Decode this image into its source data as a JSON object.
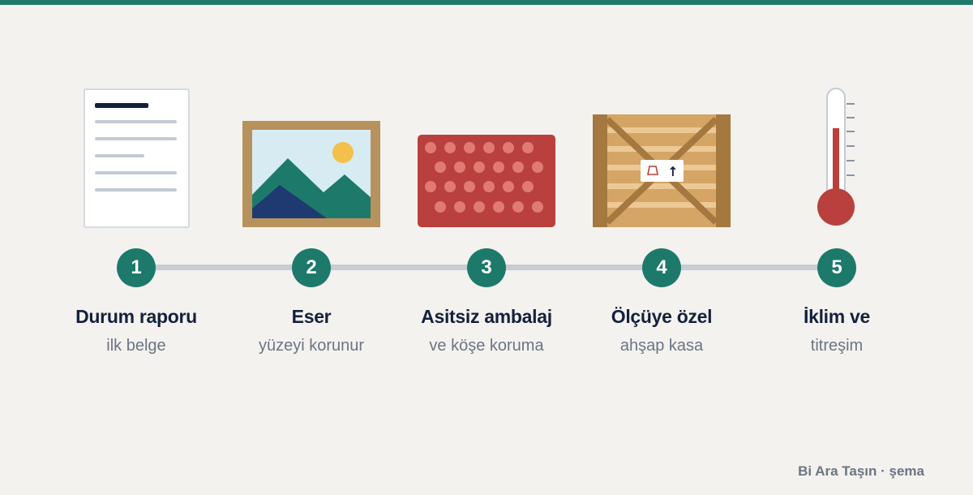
{
  "steps": [
    {
      "number": "1",
      "title": "Durum raporu",
      "subtitle": "ilk belge",
      "icon": "document-icon"
    },
    {
      "number": "2",
      "title": "Eser",
      "subtitle": "yüzeyi korunur",
      "icon": "framed-painting-icon"
    },
    {
      "number": "3",
      "title": "Asitsiz ambalaj",
      "subtitle": "ve köşe koruma",
      "icon": "bubble-wrap-icon"
    },
    {
      "number": "4",
      "title": "Ölçüye özel",
      "subtitle": "ahşap kasa",
      "icon": "wooden-crate-icon"
    },
    {
      "number": "5",
      "title": "İklim ve",
      "subtitle": "titreşim",
      "icon": "thermometer-icon"
    }
  ],
  "crate_label": {
    "up_arrow": "↑"
  },
  "colors": {
    "accent": "#1d7a6b",
    "heading": "#14213d",
    "muted": "#6b7585",
    "background": "#f4f2ee",
    "bubble_wrap": "#b9403c",
    "crate": "#d4a565"
  },
  "footer": "Bi Ara Taşın · şema"
}
